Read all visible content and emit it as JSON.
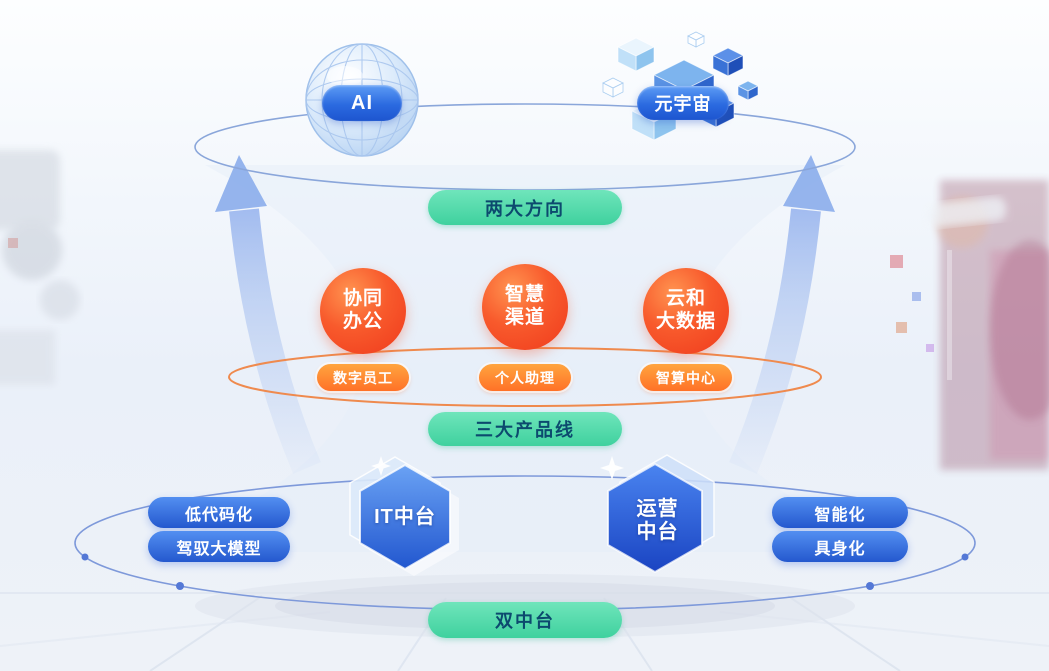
{
  "diagram": {
    "top": {
      "ai_badge": "AI",
      "metaverse_badge": "元宇宙",
      "band": "两大方向"
    },
    "products": {
      "circles": [
        {
          "line1": "协同",
          "line2": "办公"
        },
        {
          "line1": "智慧",
          "line2": "渠道"
        },
        {
          "line1": "云和",
          "line2": "大数据"
        }
      ],
      "chips": [
        "数字员工",
        "个人助理",
        "智算中心"
      ],
      "band": "三大产品线"
    },
    "platform": {
      "left_chips": [
        "低代码化",
        "驾驭大模型"
      ],
      "right_chips": [
        "智能化",
        "具身化"
      ],
      "hex_it": "IT中台",
      "hex_ops": {
        "line1": "运营",
        "line2": "中台"
      },
      "band": "双中台"
    },
    "colors": {
      "band_green": "#3fd19e",
      "circle_red": "#f2482a",
      "chip_orange": "#ff7c2e",
      "pill_blue": "#2b6ae0",
      "ring_orange": "#ef8a4e",
      "ring_blue": "#7e99da"
    }
  }
}
